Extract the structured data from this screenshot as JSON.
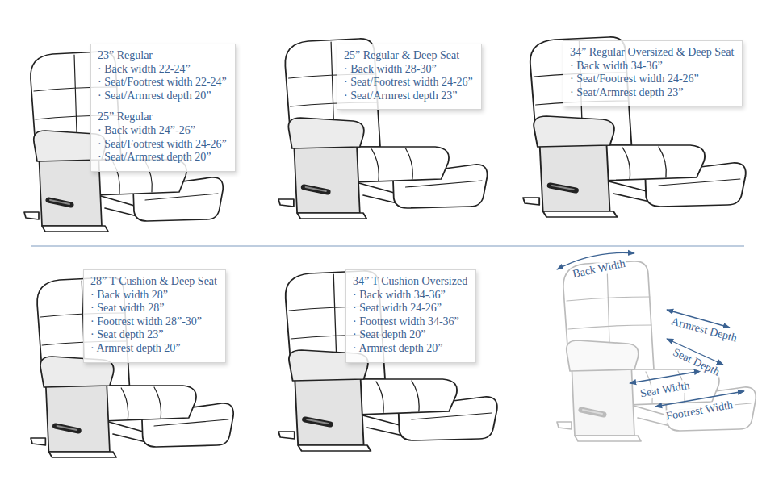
{
  "diagram": {
    "nodes": [
      {
        "text": [
          "23” Regular",
          "· Back width 22-24”",
          "· Seat/Footrest width 22-24”",
          "· Seat/Armrest depth 20”",
          "25” Regular",
          "· Back width 24”-26”",
          "· Seat/Footrest width 24-26”",
          "· Seat/Armrest depth 20”"
        ]
      },
      {
        "text": [
          "25” Regular & Deep Seat",
          "· Back width 28-30”",
          "· Seat/Footrest width 24-26”",
          "· Seat/Armrest depth 23”"
        ]
      },
      {
        "text": [
          "34” Regular Oversized & Deep Seat",
          "· Back width 34-36”",
          "· Seat/Footrest width 24-26”",
          "· Seat/Armrest depth 23”"
        ]
      },
      {
        "text": [
          "28” T Cushion & Deep Seat",
          "· Back width 28”",
          "· Seat width 28”",
          "· Footrest width 28”-30”",
          "· Seat depth 23”",
          "· Armrest depth 20”"
        ]
      },
      {
        "text": [
          "34” T Cushion Oversized",
          "· Back width 34-36”",
          "· Seat width 24-26”",
          "· Footrest width 34-36”",
          "· Seat depth 20”",
          "· Armrest depth 20”"
        ]
      }
    ],
    "labels": [
      "Back Width",
      "Armrest Depth",
      "Seat Depth",
      "Seat Width",
      "Footrest Width"
    ]
  }
}
